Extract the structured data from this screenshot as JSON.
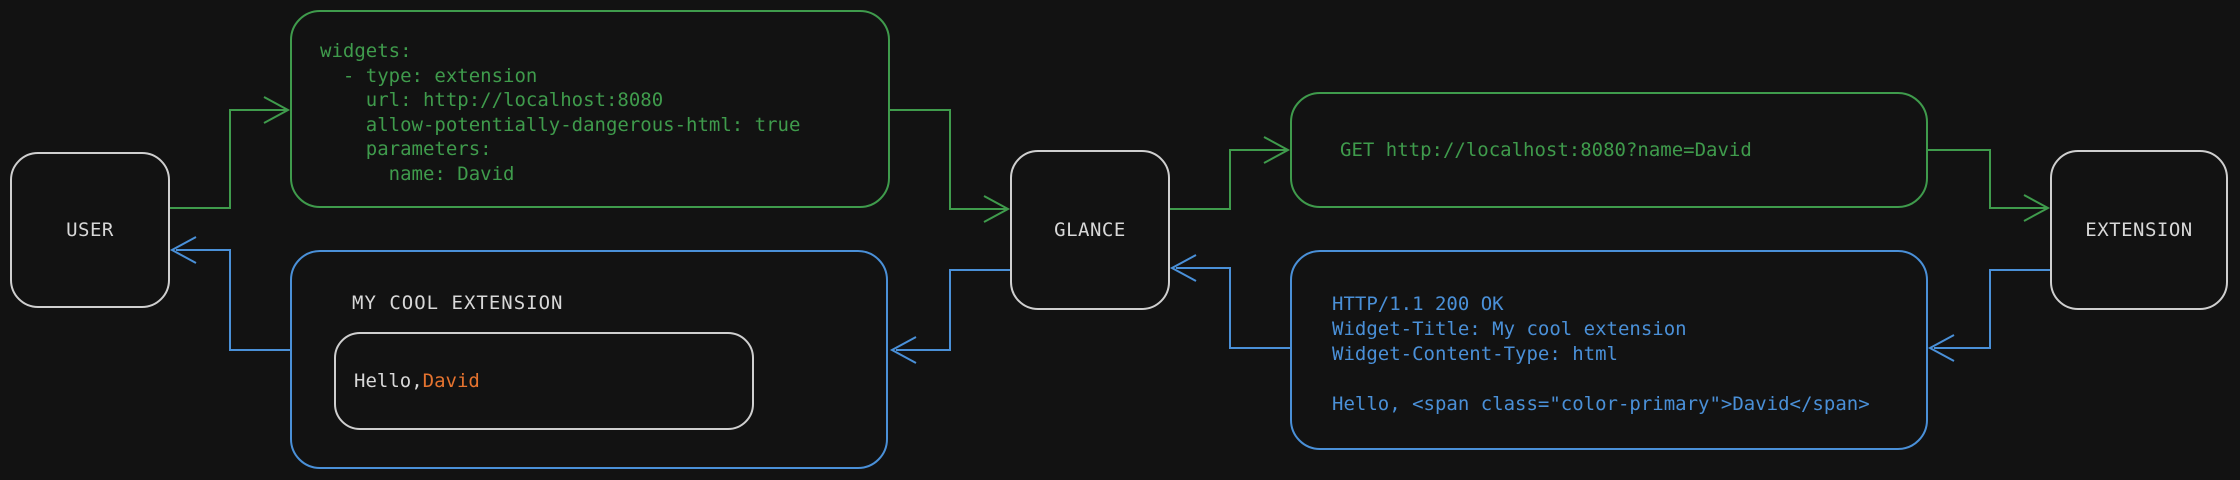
{
  "colors": {
    "background": "#121212",
    "green": "#3f9b4c",
    "blue": "#4a90d8",
    "orange": "#e5732f",
    "node_border": "#cfcfcf",
    "text": "#d8d8d8"
  },
  "nodes": {
    "user": {
      "label": "USER"
    },
    "glance": {
      "label": "GLANCE"
    },
    "extension": {
      "label": "EXTENSION"
    }
  },
  "config_box": {
    "code": "widgets:\n  - type: extension\n    url: http://localhost:8080\n    allow-potentially-dangerous-html: true\n    parameters:\n      name: David"
  },
  "request_box": {
    "text": "GET http://localhost:8080?name=David"
  },
  "response_box": {
    "code": "HTTP/1.1 200 OK\nWidget-Title: My cool extension\nWidget-Content-Type: html\n\nHello, <span class=\"color-primary\">David</span>"
  },
  "widget_box": {
    "title": "MY COOL EXTENSION",
    "greeting_prefix": "Hello, ",
    "greeting_name": "David"
  }
}
